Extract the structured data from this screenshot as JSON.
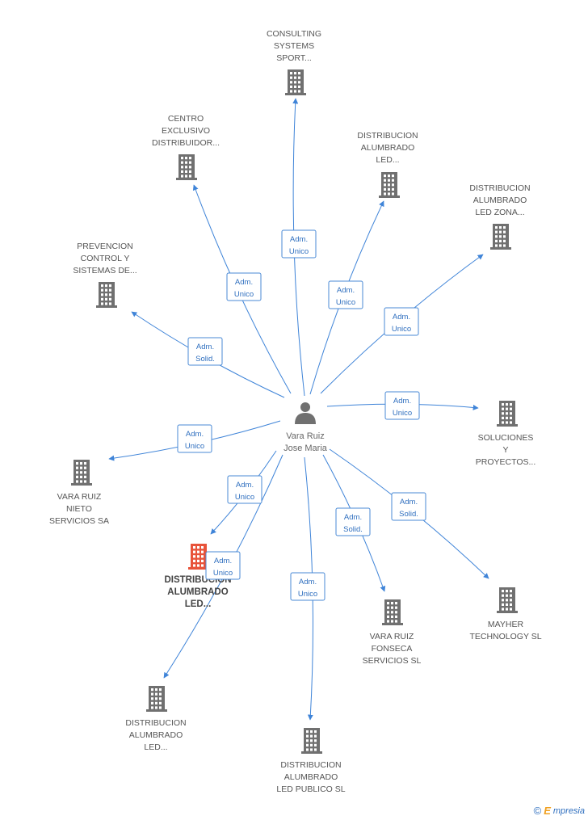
{
  "center": {
    "name_line1": "Vara Ruiz",
    "name_line2": "Jose Maria",
    "icon": "person-icon"
  },
  "companies": [
    {
      "id": "consulting",
      "lines": [
        "CONSULTING",
        "SYSTEMS",
        "SPORT..."
      ]
    },
    {
      "id": "centro",
      "lines": [
        "CENTRO",
        "EXCLUSIVO",
        "DISTRIBUIDOR..."
      ]
    },
    {
      "id": "dist_led_top",
      "lines": [
        "DISTRIBUCION",
        "ALUMBRADO",
        "LED..."
      ]
    },
    {
      "id": "dist_led_zona",
      "lines": [
        "DISTRIBUCION",
        "ALUMBRADO",
        "LED ZONA..."
      ]
    },
    {
      "id": "prevencion",
      "lines": [
        "PREVENCION",
        "CONTROL Y",
        "SISTEMAS DE..."
      ]
    },
    {
      "id": "soluciones",
      "lines": [
        "SOLUCIONES",
        "Y",
        "PROYECTOS..."
      ]
    },
    {
      "id": "vara_nieto",
      "lines": [
        "VARA RUIZ",
        "NIETO",
        "SERVICIOS SA"
      ]
    },
    {
      "id": "dist_led_main",
      "lines": [
        "DISTRIBUCION",
        "ALUMBRADO",
        "LED..."
      ],
      "highlight": true
    },
    {
      "id": "mayher",
      "lines": [
        "MAYHER",
        "TECHNOLOGY SL"
      ]
    },
    {
      "id": "vara_fonseca",
      "lines": [
        "VARA RUIZ",
        "FONSECA",
        "SERVICIOS SL"
      ]
    },
    {
      "id": "dist_led_bottom_left",
      "lines": [
        "DISTRIBUCION",
        "ALUMBRADO",
        "LED..."
      ]
    },
    {
      "id": "dist_led_publico",
      "lines": [
        "DISTRIBUCION",
        "ALUMBRADO",
        "LED PUBLICO SL"
      ]
    }
  ],
  "relations": [
    {
      "to": "consulting",
      "lines": [
        "Adm.",
        "Unico"
      ]
    },
    {
      "to": "centro",
      "lines": [
        "Adm.",
        "Unico"
      ]
    },
    {
      "to": "dist_led_top",
      "lines": [
        "Adm.",
        "Unico"
      ]
    },
    {
      "to": "dist_led_zona",
      "lines": [
        "Adm.",
        "Unico"
      ]
    },
    {
      "to": "prevencion",
      "lines": [
        "Adm.",
        "Solid."
      ]
    },
    {
      "to": "soluciones",
      "lines": [
        "Adm.",
        "Unico"
      ]
    },
    {
      "to": "vara_nieto",
      "lines": [
        "Adm.",
        "Unico"
      ]
    },
    {
      "to": "dist_led_main",
      "lines": [
        "Adm.",
        "Unico"
      ]
    },
    {
      "to": "dist_led_bottom_left",
      "lines": [
        "Adm.",
        "Unico"
      ]
    },
    {
      "to": "dist_led_publico",
      "lines": [
        "Adm.",
        "Unico"
      ]
    },
    {
      "to": "vara_fonseca",
      "lines": [
        "Adm.",
        "Solid."
      ]
    },
    {
      "to": "mayher",
      "lines": [
        "Adm.",
        "Solid."
      ]
    }
  ],
  "colors": {
    "edge": "#3f84d8",
    "building": "#707070",
    "building_highlight": "#e8533a",
    "person": "#707070"
  },
  "footer": {
    "copyright": "©",
    "brand_initial": "E",
    "brand_rest": "mpresia"
  }
}
